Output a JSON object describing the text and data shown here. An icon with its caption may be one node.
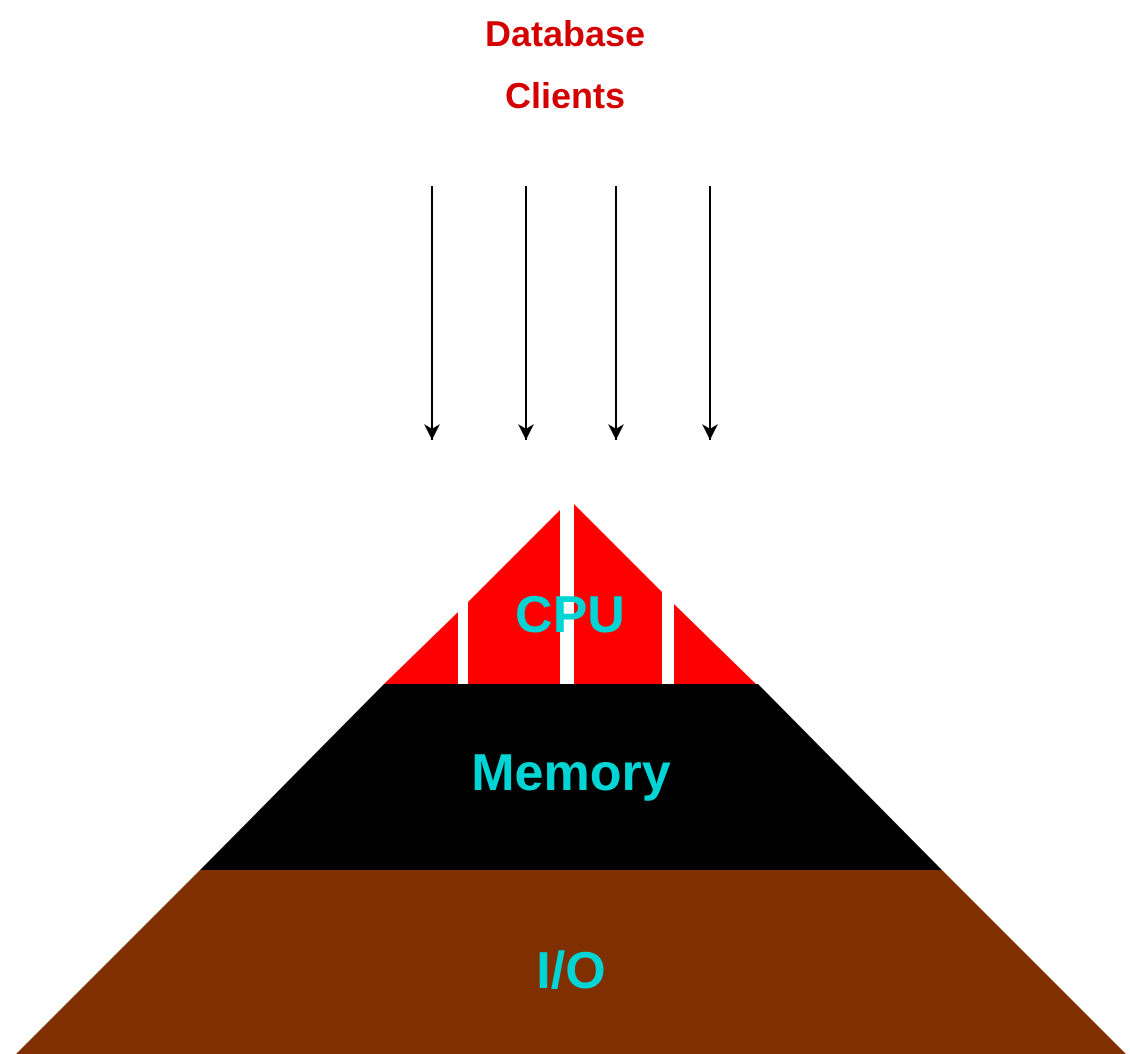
{
  "diagram": {
    "nodes": [
      {
        "text": [
          "Database Clients"
        ]
      },
      {
        "text": [
          "CPU"
        ]
      },
      {
        "text": [
          "Memory"
        ]
      },
      {
        "text": [
          "I/O"
        ]
      }
    ],
    "edges": [
      {
        "from": 0,
        "to": 1,
        "arrow": "to"
      },
      {
        "from": 0,
        "to": 1,
        "arrow": "to"
      },
      {
        "from": 0,
        "to": 1,
        "arrow": "to"
      },
      {
        "from": 0,
        "to": 1,
        "arrow": "to"
      }
    ]
  }
}
